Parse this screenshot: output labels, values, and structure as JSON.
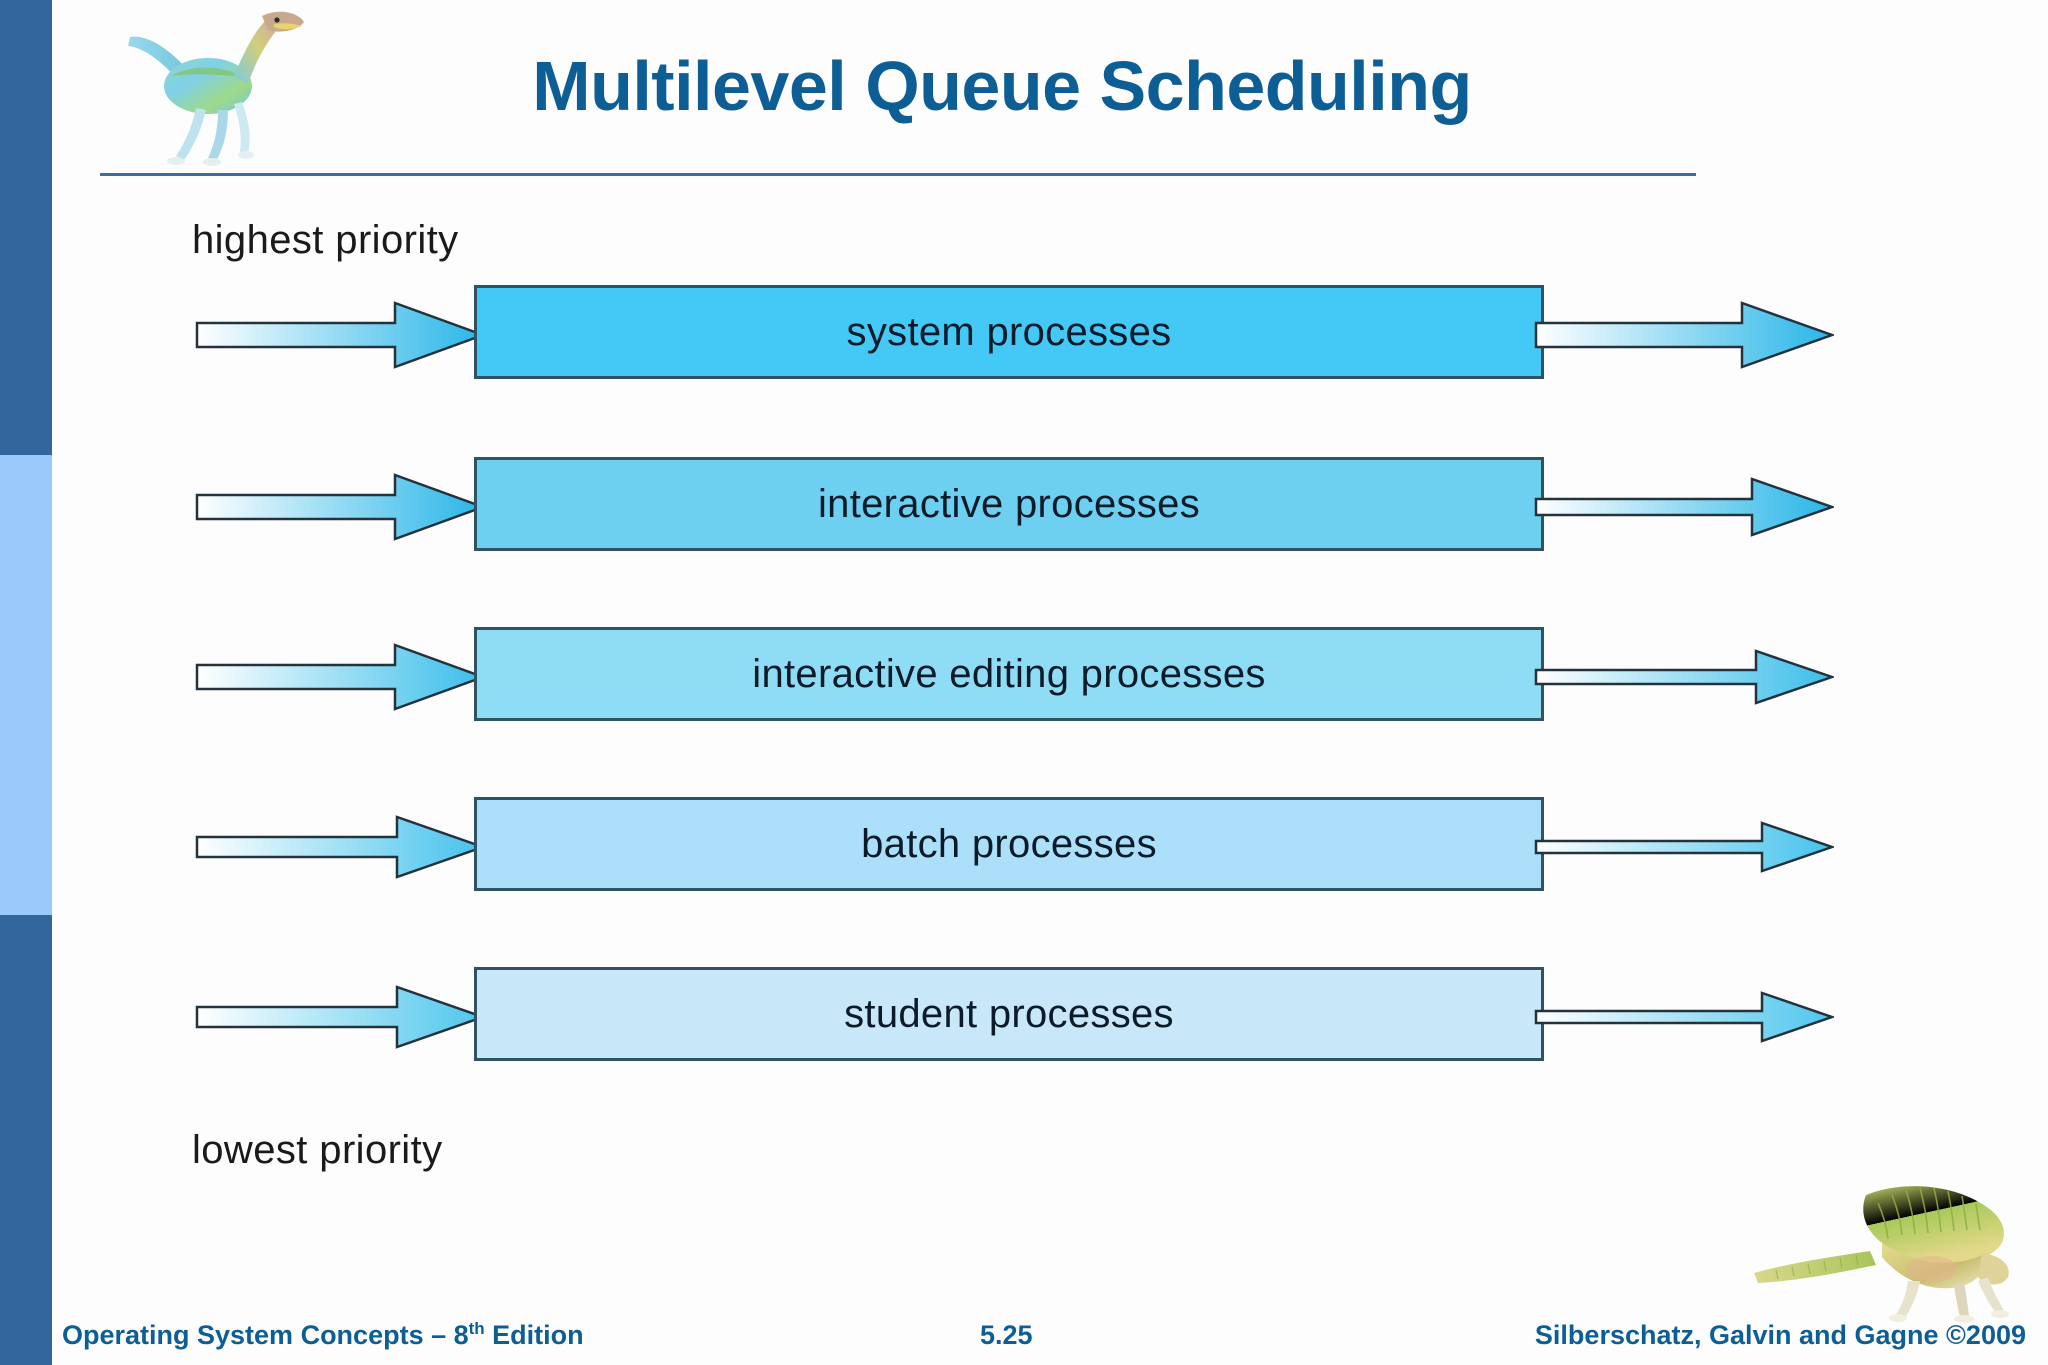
{
  "slide": {
    "title": "Multilevel Queue Scheduling",
    "title_color": "#0E5E96",
    "rule_color": "#3A6FA5",
    "background": "#FDFDFE"
  },
  "sidebar": {
    "segments": [
      {
        "name": "top-dark",
        "color": "#33669C"
      },
      {
        "name": "middle-light",
        "color": "#9AC9FB"
      },
      {
        "name": "bottom-dark",
        "color": "#33669C"
      }
    ]
  },
  "figure": {
    "top_label": "highest priority",
    "bottom_label": "lowest priority",
    "border_color": "#2F5360",
    "queues": [
      {
        "label": "system processes",
        "fill": "#44C8F5",
        "arrow_tip": "#29B6E8"
      },
      {
        "label": "interactive processes",
        "fill": "#6DD0F0",
        "arrow_tip": "#29B6E8"
      },
      {
        "label": "interactive editing processes",
        "fill": "#8FDCF5",
        "arrow_tip": "#3CBEEA"
      },
      {
        "label": "batch processes",
        "fill": "#ACE0FA",
        "arrow_tip": "#45C2EC"
      },
      {
        "label": "student processes",
        "fill": "#C8E7F8",
        "arrow_tip": "#4FC6ED"
      }
    ]
  },
  "footer": {
    "left_text": "Operating System Concepts – 8",
    "left_sup": "th",
    "left_text_end": " Edition",
    "page_number": "5.25",
    "right_text": "Silberschatz, Galvin and Gagne ©2009"
  },
  "icons": {
    "dino_top": "ornithomimid-dinosaur-icon",
    "dino_bottom": "dimetrodon-dinosaur-icon"
  }
}
